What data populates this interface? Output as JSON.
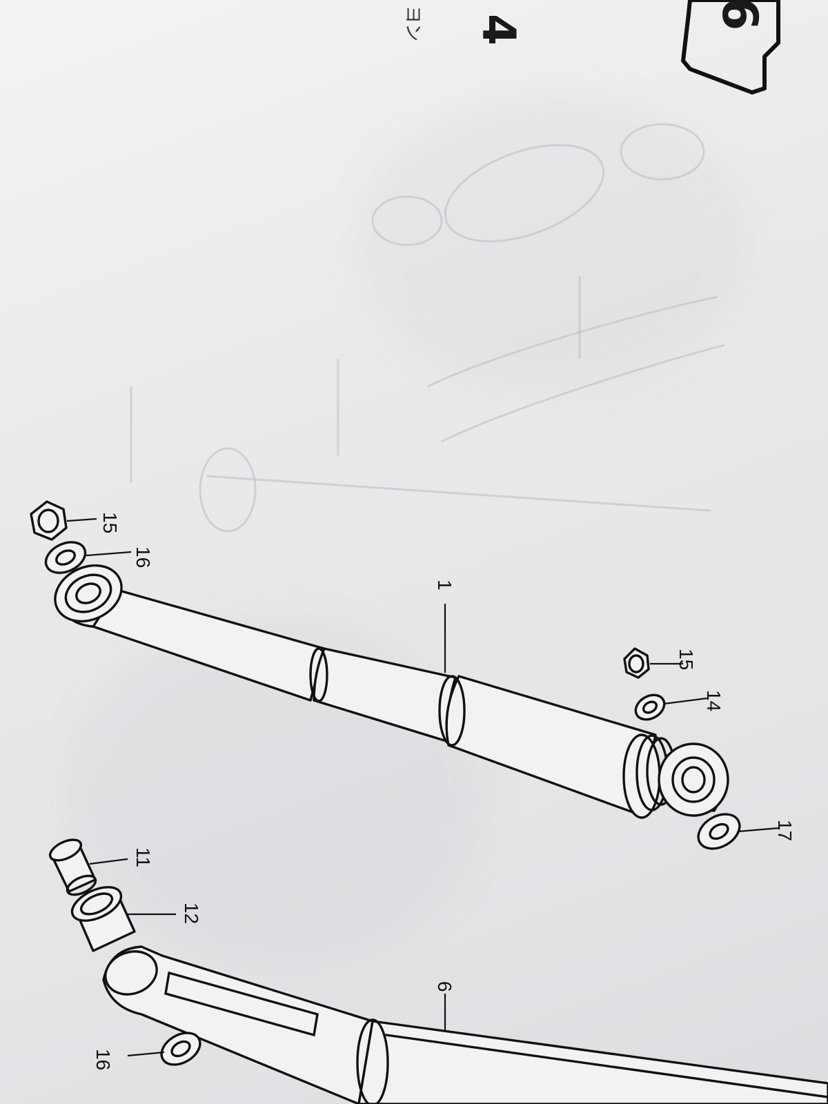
{
  "header": {
    "section_number": "6",
    "page_number": "4",
    "caption": "ヨン"
  },
  "callouts": [
    "15",
    "16",
    "1",
    "15",
    "14",
    "17",
    "11",
    "12",
    "6",
    "16"
  ],
  "colors": {
    "paper": "#e9eaec",
    "ink": "#111111",
    "ghost": "#b9bcc1"
  }
}
